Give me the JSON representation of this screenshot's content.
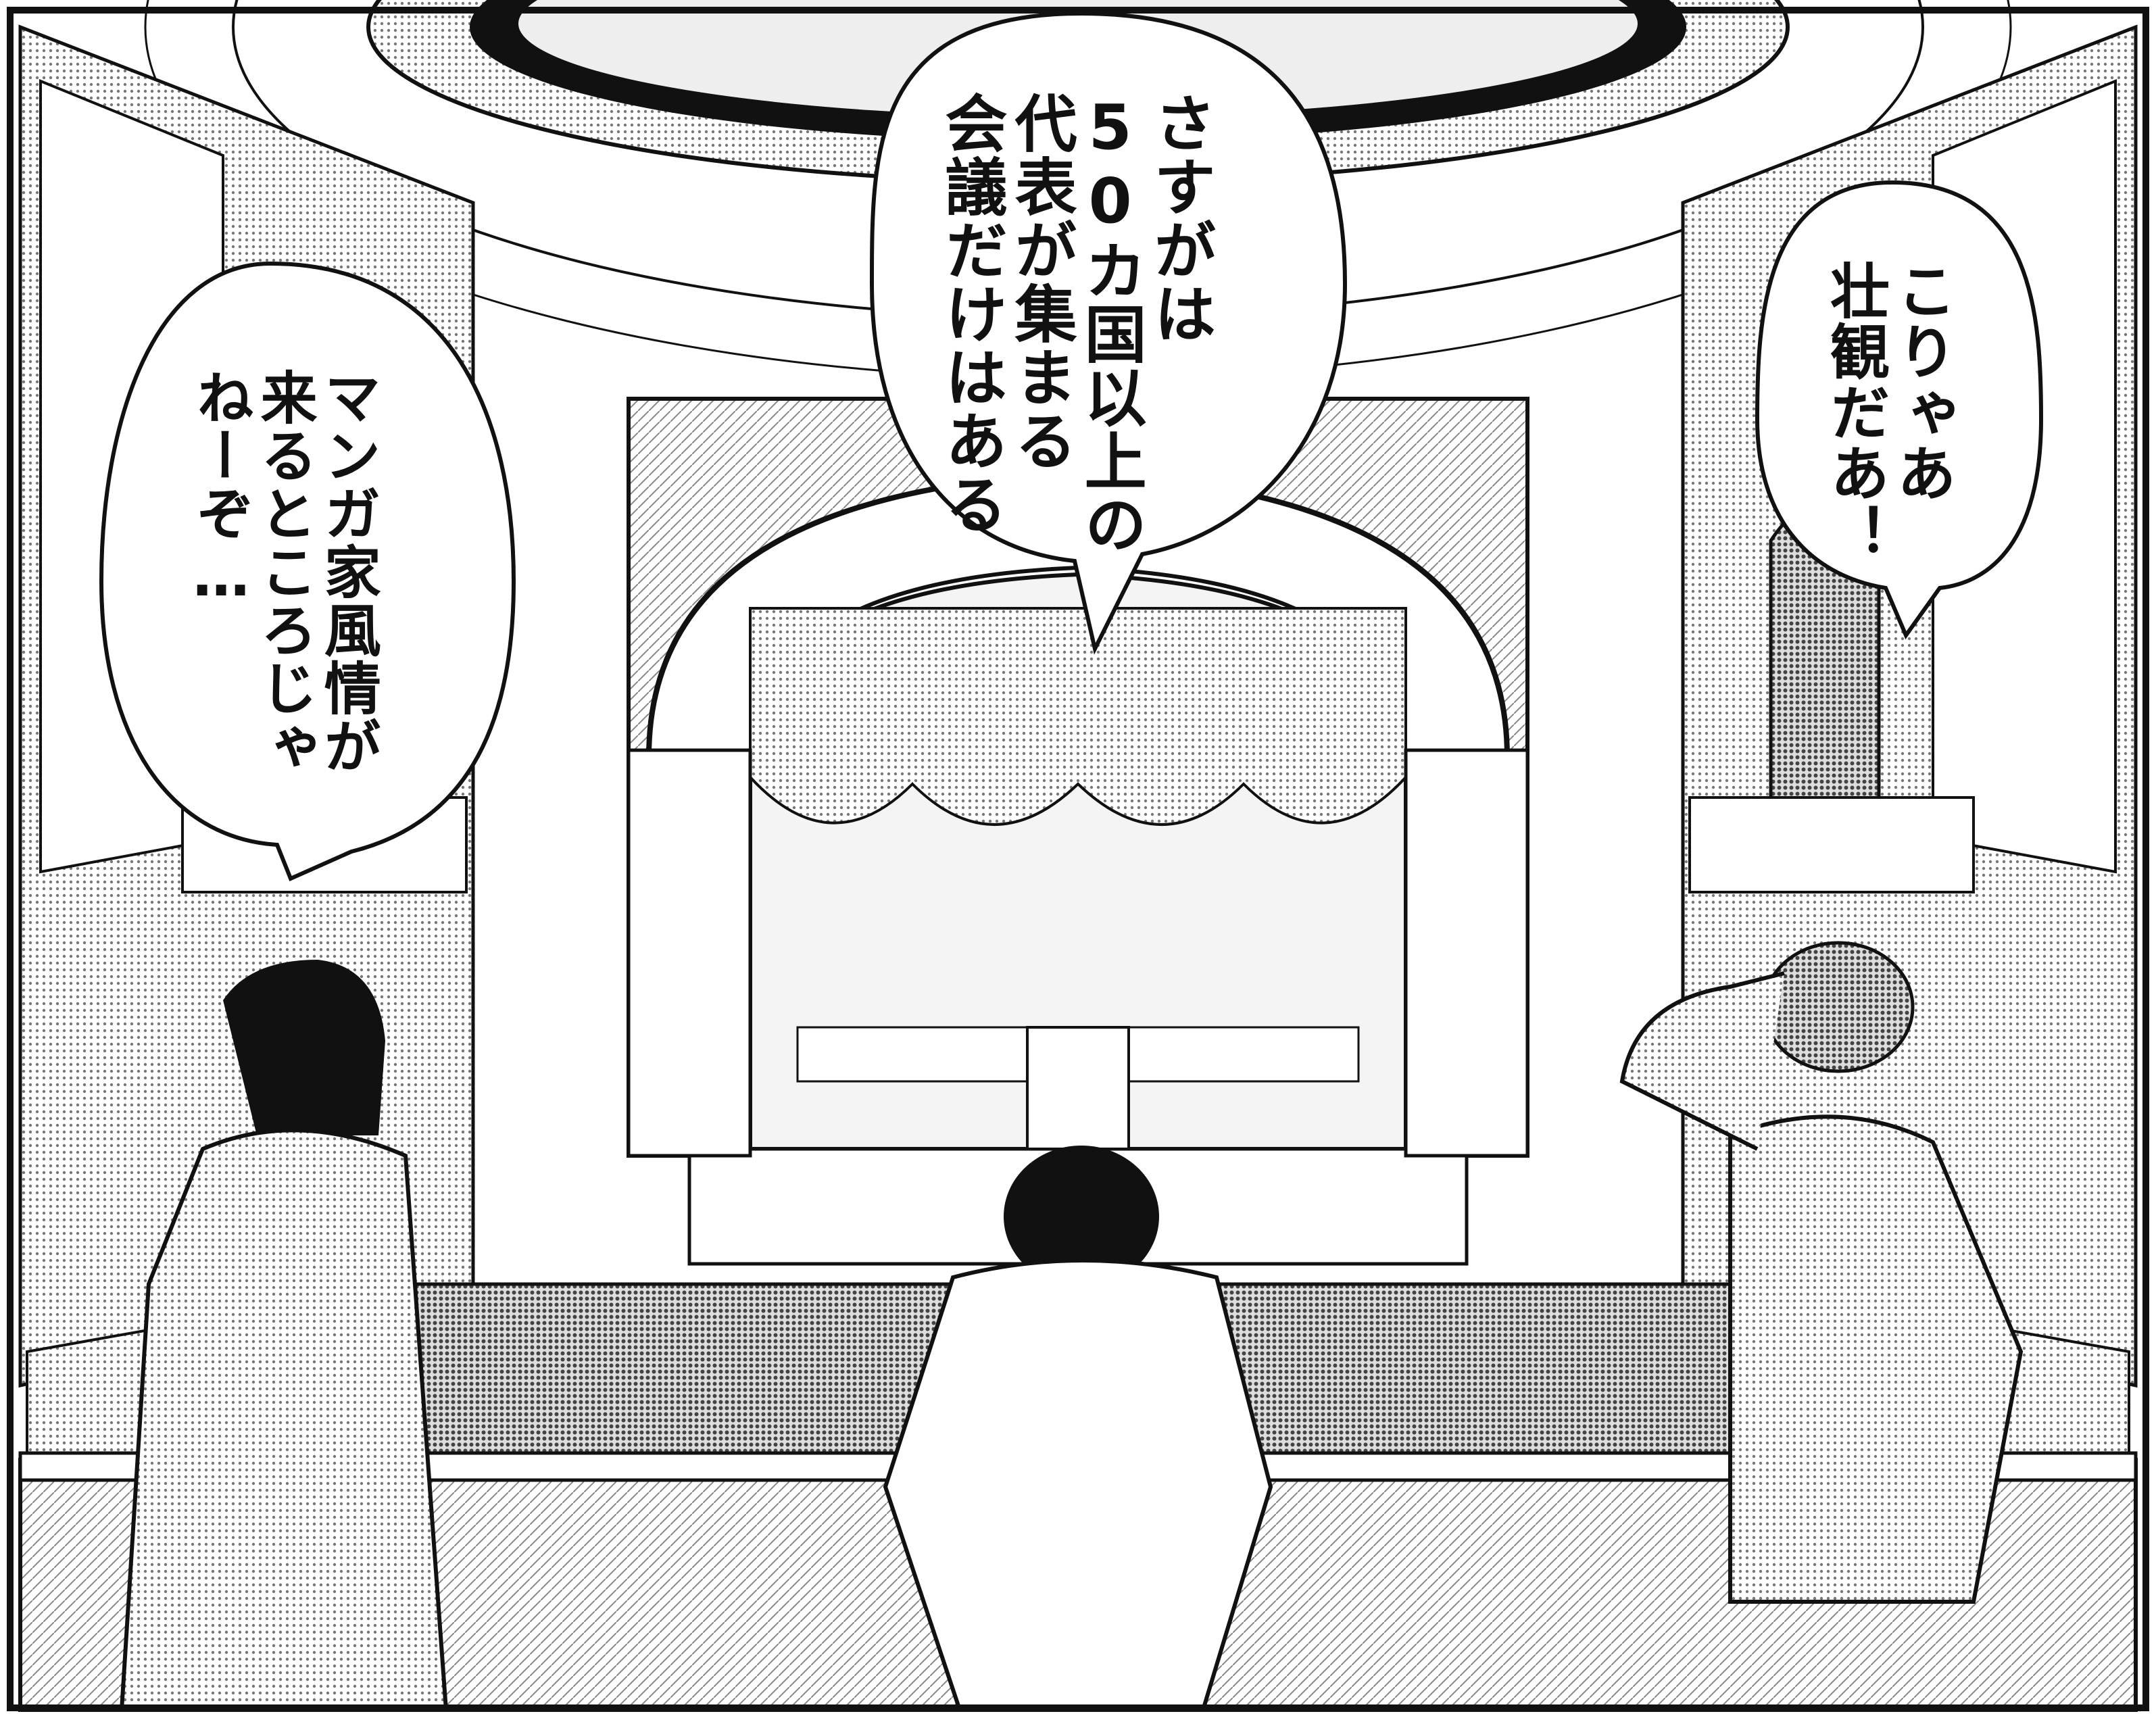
{
  "bubbles": {
    "center": {
      "lines": [
        "さすがは",
        "50カ国以上の",
        "代表が集まる",
        "会議だけはある"
      ]
    },
    "left": {
      "lines": [
        "マンガ家風情が",
        "来るところじゃ",
        "ねーぞ…"
      ]
    },
    "right": {
      "lines": [
        "こりゃあ",
        "壮観だあ！"
      ]
    }
  },
  "colors": {
    "ink": "#111111",
    "paper": "#ffffff",
    "tone": "#c9c9c9",
    "tone_dark": "#8a8a8a"
  }
}
